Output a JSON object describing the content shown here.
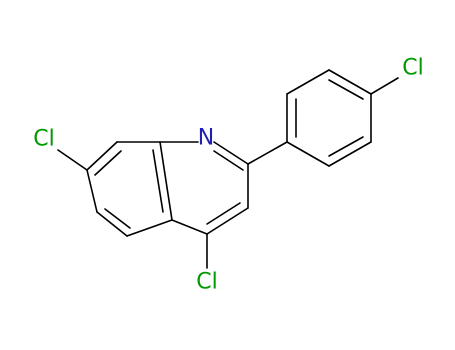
{
  "colors": {
    "bond": "#000000",
    "chlorine": "#009900",
    "nitrogen": "#1f1fb4",
    "background": "#ffffff"
  },
  "atoms": {
    "cl_7": {
      "label": "Cl",
      "element": "chlorine"
    },
    "n_1": {
      "label": "N",
      "element": "nitrogen"
    },
    "cl_4": {
      "label": "Cl",
      "element": "chlorine"
    },
    "cl_4p": {
      "label": "Cl",
      "element": "chlorine"
    }
  }
}
